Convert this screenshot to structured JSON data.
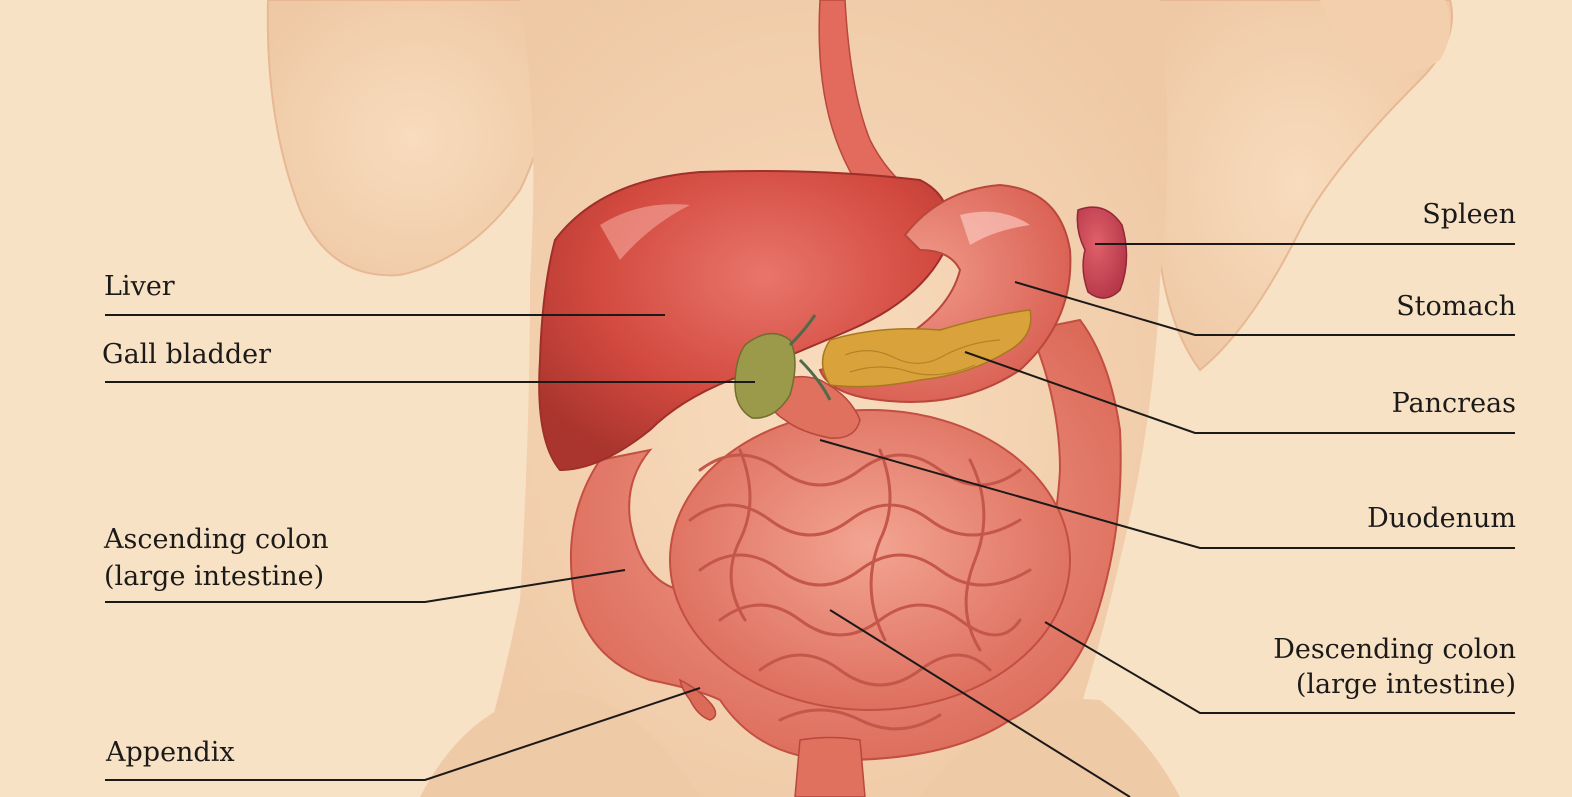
{
  "labels": {
    "liver": "Liver",
    "gall_bladder": "Gall bladder",
    "ascending_colon_1": "Ascending colon",
    "ascending_colon_2": "(large intestine)",
    "appendix": "Appendix",
    "spleen": "Spleen",
    "stomach": "Stomach",
    "pancreas": "Pancreas",
    "duodenum": "Duodenum",
    "descending_colon_1": "Descending colon",
    "descending_colon_2": "(large intestine)"
  },
  "colors": {
    "background": "#f8e2c6",
    "skin": "#f5d7b6",
    "skin_shadow": "#ecbf9b",
    "organ_red": "#d9564b",
    "organ_dark": "#b63d33",
    "intestine": "#ec8e7c",
    "gall_bladder": "#9a9a4a",
    "pancreas": "#d9a23a",
    "leader_line": "#1c1a18"
  }
}
